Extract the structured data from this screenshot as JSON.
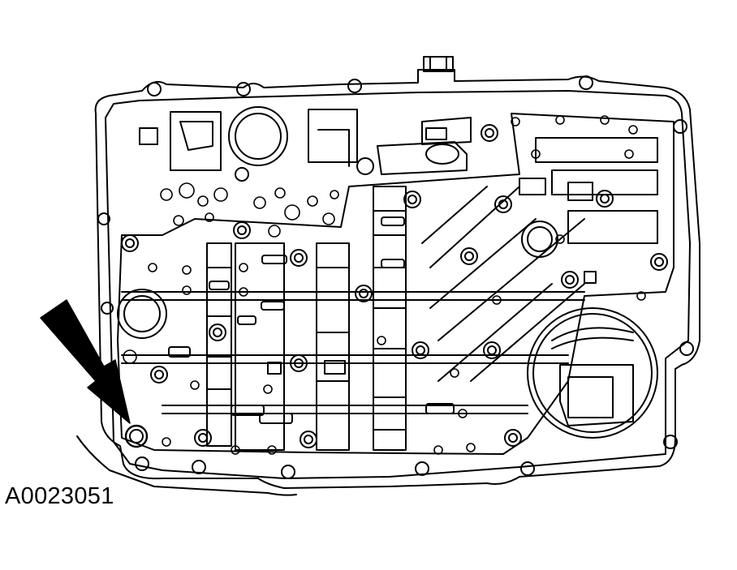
{
  "figure": {
    "id_label": "A0023051"
  },
  "colors": {
    "line": "#000000",
    "background": "#ffffff",
    "arrow_fill": "#000000"
  },
  "icons": [
    "callout-arrow-icon",
    "bolt-icon"
  ],
  "callout": {
    "target": "bolt",
    "direction": "down-right"
  }
}
